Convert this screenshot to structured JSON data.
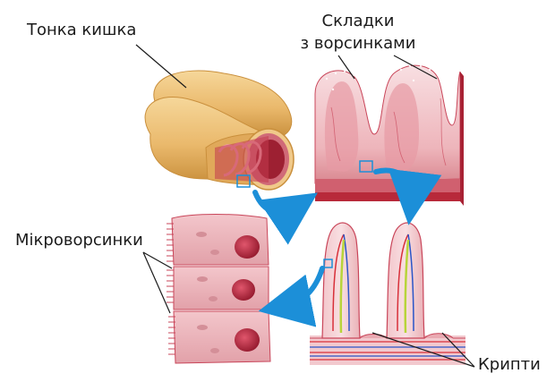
{
  "labels": {
    "small_intestine": "Тонка кишка",
    "folds_line1": "Складки",
    "folds_line2": "з ворсинками",
    "microvilli": "Мікроворсинки",
    "crypts": "Крипти"
  },
  "colors": {
    "intestine": "#eab96c",
    "intestine_shade": "#c98f3c",
    "tissue_pink": "#efb8bd",
    "tissue_deep": "#c9465a",
    "muscle_red": "#b8293a",
    "artery": "#d8303a",
    "vein": "#2b55c8",
    "lymph": "#b8d43a",
    "arrow_blue": "#1c8fd8",
    "cell_pink": "#eab1b7",
    "nucleus": "#a81e34",
    "leader_line": "#1b1b1b"
  }
}
